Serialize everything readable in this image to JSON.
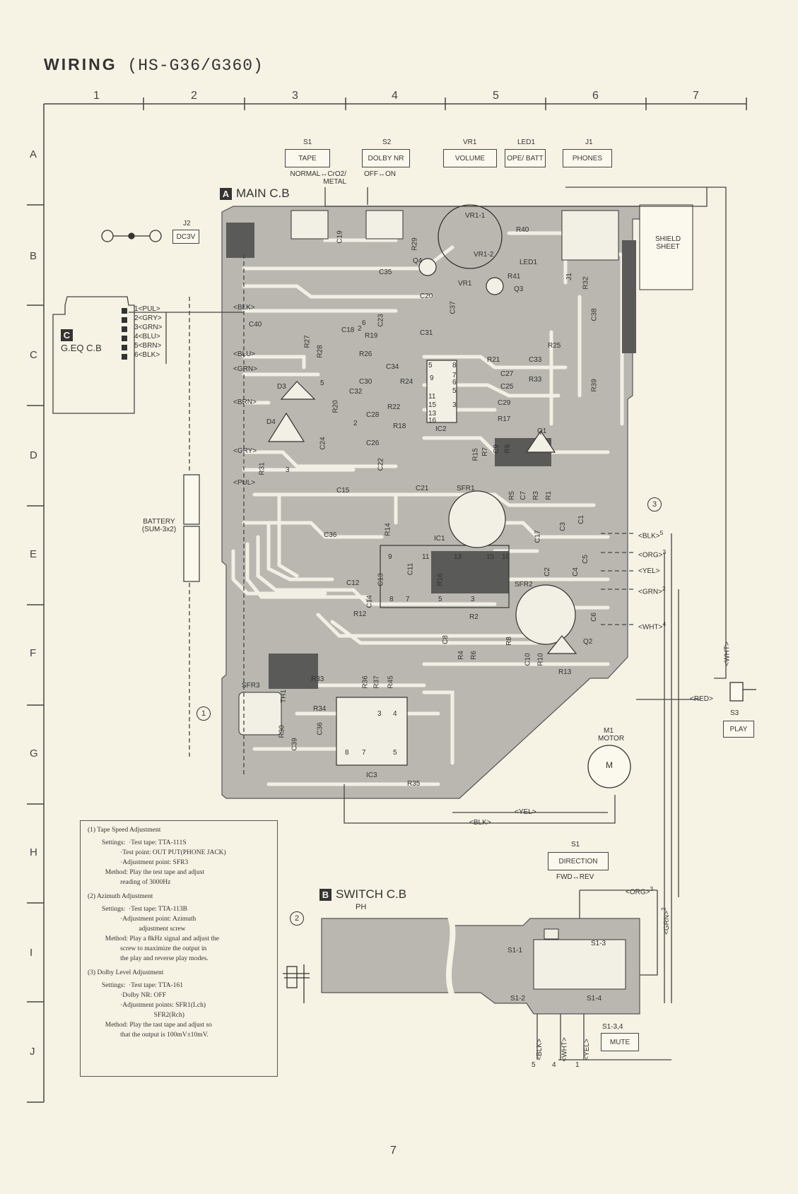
{
  "title": {
    "main": "WIRING",
    "model": "(HS-G36/G360)"
  },
  "grid": {
    "columns": [
      "1",
      "2",
      "3",
      "4",
      "5",
      "6",
      "7"
    ],
    "rows": [
      "A",
      "B",
      "C",
      "D",
      "E",
      "F",
      "G",
      "H",
      "I",
      "J"
    ]
  },
  "top_controls": [
    {
      "ref": "S1",
      "label": "TAPE",
      "note": "NORMAL↔CrO2/ METAL"
    },
    {
      "ref": "S2",
      "label": "DOLBY NR",
      "note": "OFF↔ON"
    },
    {
      "ref": "VR1",
      "label": "VOLUME",
      "note": ""
    },
    {
      "ref": "LED1",
      "label": "OPE/ BATT",
      "note": ""
    },
    {
      "ref": "J1",
      "label": "PHONES",
      "note": ""
    }
  ],
  "boards": {
    "main": {
      "letter": "A",
      "name": "MAIN C.B"
    },
    "switch": {
      "letter": "B",
      "name": "SWITCH C.B",
      "sub": "PH"
    },
    "geq": {
      "letter": "C",
      "name": "G.EQ C.B"
    }
  },
  "j2": {
    "ref": "J2",
    "label": "DC3V"
  },
  "shield": "SHIELD SHEET",
  "battery": "BATTERY (SUM-3x2)",
  "geq_pins": [
    {
      "n": "1",
      "c": "PUL"
    },
    {
      "n": "2",
      "c": "GRY"
    },
    {
      "n": "3",
      "c": "GRN"
    },
    {
      "n": "4",
      "c": "BLU"
    },
    {
      "n": "5",
      "c": "BRN"
    },
    {
      "n": "6",
      "c": "BLK"
    }
  ],
  "main_left_wires": [
    "BLK",
    "BLU",
    "GRN",
    "BRN",
    "GRY",
    "PUL"
  ],
  "main_right_wires": [
    {
      "c": "BLK",
      "n": "5"
    },
    {
      "c": "ORG",
      "n": "3"
    },
    {
      "c": "YEL",
      "n": ""
    },
    {
      "c": "GRN",
      "n": "2"
    },
    {
      "c": "WHT",
      "n": "4"
    }
  ],
  "components": {
    "b_row": [
      "C19",
      "R29",
      "R40",
      "R41",
      "LED1",
      "Q4",
      "VR1",
      "Q3",
      "J1",
      "R32",
      "C35",
      "VR1-1",
      "VR1-2"
    ],
    "c_row": [
      "C40",
      "C18",
      "R19",
      "C23",
      "R27",
      "R28",
      "C31",
      "C20",
      "C37",
      "C38",
      "R25",
      "R26",
      "C34",
      "C30",
      "C32",
      "R24",
      "R22",
      "R21",
      "C27",
      "C33",
      "C25",
      "R33",
      "R39",
      "C29",
      "R17",
      "C28",
      "R18",
      "C26",
      "R20",
      "C24",
      "C22",
      "IC2"
    ],
    "d_row": [
      "D3",
      "D4",
      "R31",
      "Q1",
      "R15",
      "R7",
      "C9",
      "R9",
      "R5",
      "C7",
      "R3",
      "R1",
      "C15",
      "C21",
      "SFR1",
      "R14"
    ],
    "e_row": [
      "C36",
      "IC1",
      "C13",
      "C11",
      "R16",
      "C12",
      "C14",
      "R12",
      "C17",
      "C3",
      "C1",
      "C5",
      "C2",
      "C4",
      "SFR2"
    ],
    "f_row": [
      "R2",
      "C8",
      "R4",
      "R6",
      "R8",
      "C10",
      "R10",
      "R13",
      "Q2",
      "C6"
    ],
    "g_row": [
      "SFR3",
      "TH1",
      "R33",
      "R34",
      "R36",
      "R37",
      "R45",
      "C36",
      "C39",
      "R30",
      "IC3",
      "R35"
    ]
  },
  "ic_pins": {
    "ic2": [
      "5",
      "9",
      "8",
      "11",
      "13",
      "7",
      "6",
      "5",
      "3",
      "15",
      "16"
    ],
    "ic1_top": [
      "9",
      "11",
      "13",
      "15",
      "16"
    ],
    "ic1_bot": [
      "8",
      "7",
      "5",
      "3"
    ],
    "ic3": [
      "3",
      "4",
      "8",
      "7",
      "5"
    ]
  },
  "misc_nums": [
    "2",
    "6",
    "5",
    "2",
    "3"
  ],
  "red_wire": "RED",
  "wht_wire": "WHT",
  "yel_wire": "YEL",
  "blk_wire": "BLK",
  "s3": {
    "ref": "S3",
    "label": "PLAY"
  },
  "motor": {
    "ref": "M1",
    "label": "MOTOR",
    "m": "M"
  },
  "s1_dir": {
    "ref": "S1",
    "label": "DIRECTION",
    "note": "FWD↔REV"
  },
  "switch_wires": [
    {
      "c": "ORG",
      "n": "3"
    },
    {
      "c": "GRN",
      "n": "2"
    }
  ],
  "switch_bottom_wires": [
    {
      "c": "BLK",
      "n": "5"
    },
    {
      "c": "WHT",
      "n": "4"
    },
    {
      "c": "YEL",
      "n": "1"
    }
  ],
  "switch_parts": [
    "S1-1",
    "S1-2",
    "S1-3",
    "S1-4"
  ],
  "mute": {
    "ref": "S1-3,4",
    "label": "MUTE"
  },
  "markers": [
    "1",
    "2",
    "3"
  ],
  "notes": {
    "n1": {
      "num": "1",
      "title": "Tape Speed Adjustment",
      "lines": [
        "Settings:  ·Test tape: TTA-111S",
        "           ·Test point: OUT PUT(PHONE JACK)",
        "           ·Adjustment point: SFR3",
        "  Method: Play the test tape and adjust",
        "           reading of 3000Hz"
      ]
    },
    "n2": {
      "num": "2",
      "title": "Azimuth Adjustment",
      "lines": [
        "Settings:  ·Test tape: TTA-113B",
        "           ·Adjustment point: Azimuth",
        "                      adjustment screw",
        "  Method: Play a 8kHz signal and adjust the",
        "           screw to maximize the output in",
        "           the play and reverse play modes."
      ]
    },
    "n3": {
      "num": "3",
      "title": "Dolby Level Adjustment",
      "lines": [
        "Settings:  ·Test tape: TTA-161",
        "           ·Dolby NR: OFF",
        "           ·Adjustment points: SFR1(Lch)",
        "                               SFR2(Rch)",
        "  Method: Play the tast tape and adjust so",
        "           that the output is 100mV±10mV."
      ]
    }
  },
  "page_number": "7",
  "colors": {
    "paper": "#f6f2e4",
    "board": "#b9b7b0",
    "trace": "#f2efe4",
    "ink": "#333333"
  }
}
